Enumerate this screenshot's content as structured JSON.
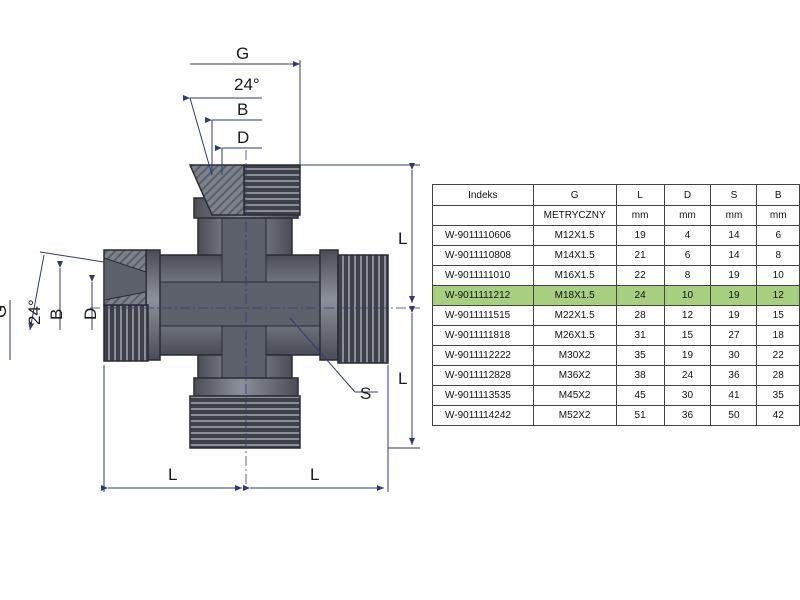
{
  "drawing": {
    "dimension_labels": {
      "g": "G",
      "angle": "24°",
      "b": "B",
      "d": "D",
      "l_right_upper": "L",
      "l_right_lower": "L",
      "l_bottom_left": "L",
      "l_bottom_right": "L",
      "s": "S",
      "angle_left": "24°",
      "b_left": "B",
      "d_left": "D",
      "g_left": "G"
    },
    "colors": {
      "steel_dark": "#4a4d56",
      "steel_mid": "#6f7380",
      "steel_light": "#9a9ea8",
      "dimension_line": "#2f3a7a"
    }
  },
  "table": {
    "columns": [
      "Indeks",
      "G",
      "L",
      "D",
      "S",
      "B"
    ],
    "units": [
      "",
      "METRYCZNY",
      "mm",
      "mm",
      "mm",
      "mm"
    ],
    "highlight_row": 3,
    "highlight_color": "#a6cf7f",
    "rows": [
      [
        "W-9011110606",
        "M12X1.5",
        "19",
        "4",
        "14",
        "6"
      ],
      [
        "W-9011110808",
        "M14X1.5",
        "21",
        "6",
        "14",
        "8"
      ],
      [
        "W-9011111010",
        "M16X1.5",
        "22",
        "8",
        "19",
        "10"
      ],
      [
        "W-9011111212",
        "M18X1.5",
        "24",
        "10",
        "19",
        "12"
      ],
      [
        "W-9011111515",
        "M22X1.5",
        "28",
        "12",
        "19",
        "15"
      ],
      [
        "W-9011111818",
        "M26X1.5",
        "31",
        "15",
        "27",
        "18"
      ],
      [
        "W-9011112222",
        "M30X2",
        "35",
        "19",
        "30",
        "22"
      ],
      [
        "W-9011112828",
        "M36X2",
        "38",
        "24",
        "36",
        "28"
      ],
      [
        "W-9011113535",
        "M45X2",
        "45",
        "30",
        "41",
        "35"
      ],
      [
        "W-9011114242",
        "M52X2",
        "51",
        "36",
        "50",
        "42"
      ]
    ]
  }
}
